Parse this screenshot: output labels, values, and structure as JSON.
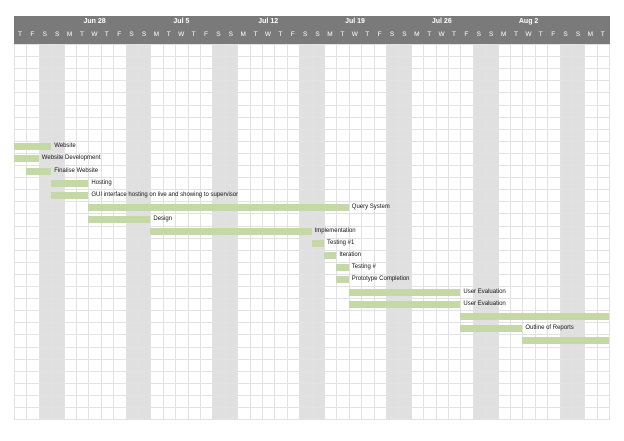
{
  "colors": {
    "header_bg": "#7a7a7a",
    "weekend": "#e0e0e0",
    "grid": "#e2e2e2",
    "bar": "#c5d9a7"
  },
  "timeline": {
    "first_day_letter_index": 0,
    "days": [
      "T",
      "F",
      "S",
      "S",
      "M",
      "T",
      "W",
      "T",
      "F",
      "S",
      "S",
      "M",
      "T",
      "W",
      "T",
      "F",
      "S",
      "S",
      "M",
      "T",
      "W",
      "T",
      "F",
      "S",
      "S",
      "M",
      "T",
      "W",
      "T",
      "F",
      "S",
      "S",
      "M",
      "T",
      "W",
      "T",
      "F",
      "S",
      "S",
      "M",
      "T",
      "W",
      "T",
      "F",
      "S",
      "S",
      "M",
      "T"
    ],
    "weeks": [
      {
        "label": "Jun 28",
        "col": 6
      },
      {
        "label": "Jul 5",
        "col": 13
      },
      {
        "label": "Jul 12",
        "col": 20
      },
      {
        "label": "Jul 19",
        "col": 27
      },
      {
        "label": "Jul 26",
        "col": 34
      },
      {
        "label": "Aug 2",
        "col": 41
      }
    ],
    "weekend_cols": [
      2,
      3,
      9,
      10,
      16,
      17,
      23,
      24,
      30,
      31,
      37,
      38,
      44,
      45
    ]
  },
  "tasks": [
    {
      "name": "Website",
      "row": 8,
      "start": 0,
      "end": 3
    },
    {
      "name": "Website Development",
      "row": 9,
      "start": 0,
      "end": 2
    },
    {
      "name": "Finalise Website",
      "row": 10,
      "start": 1,
      "end": 3
    },
    {
      "name": "Hosting",
      "row": 11,
      "start": 3,
      "end": 6
    },
    {
      "name": "GUI interface hosting on live and showing to supervisor",
      "row": 12,
      "start": 3,
      "end": 6
    },
    {
      "name": "Query System",
      "row": 13,
      "start": 6,
      "end": 27
    },
    {
      "name": "Design",
      "row": 14,
      "start": 6,
      "end": 11
    },
    {
      "name": "Implementation",
      "row": 15,
      "start": 11,
      "end": 24
    },
    {
      "name": "Testing #1",
      "row": 16,
      "start": 24,
      "end": 25
    },
    {
      "name": "Iteration",
      "row": 17,
      "start": 25,
      "end": 26
    },
    {
      "name": "Testing #",
      "row": 18,
      "start": 26,
      "end": 27
    },
    {
      "name": "Prototype Completion",
      "row": 19,
      "start": 26,
      "end": 27
    },
    {
      "name": "User Evaluation",
      "row": 20,
      "start": 27,
      "end": 36
    },
    {
      "name": "User Evaluation",
      "row": 21,
      "start": 27,
      "end": 36
    },
    {
      "name": "",
      "row": 22,
      "start": 36,
      "end": 48
    },
    {
      "name": "Outline of Reports",
      "row": 23,
      "start": 36,
      "end": 41
    },
    {
      "name": "",
      "row": 24,
      "start": 41,
      "end": 48
    }
  ]
}
